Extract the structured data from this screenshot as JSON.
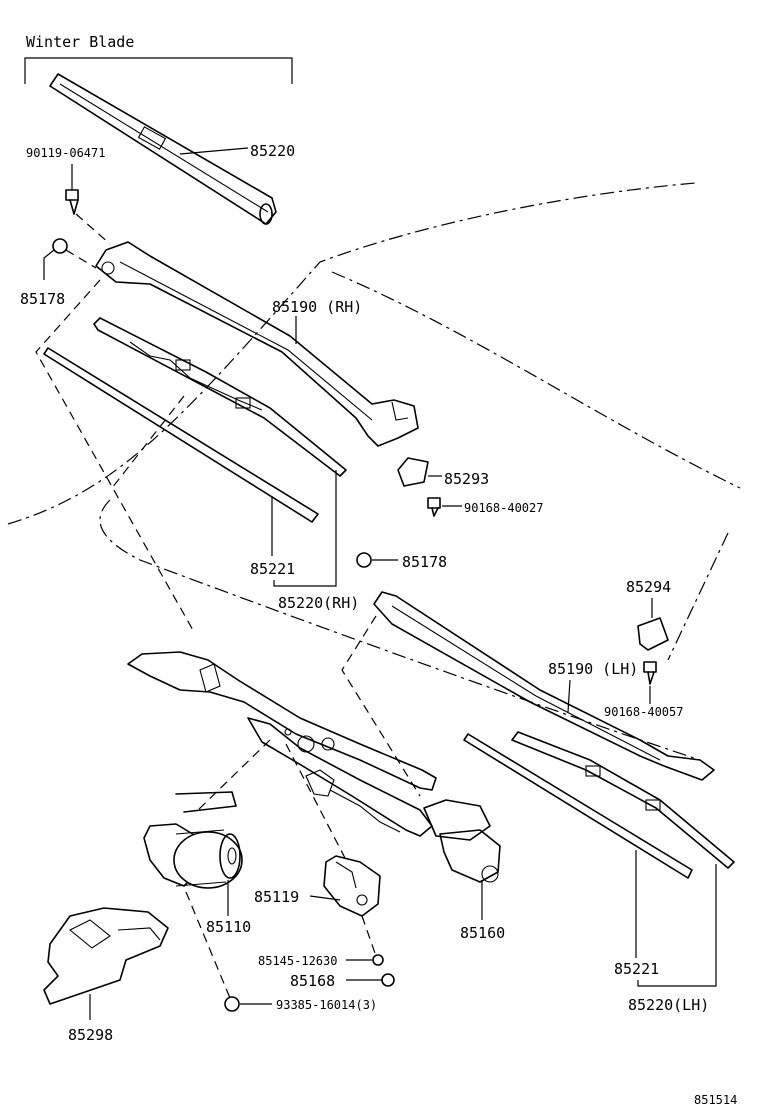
{
  "diagram": {
    "header": "Winter Blade",
    "figure_code": "851514",
    "labels": {
      "p85220_top": "85220",
      "p90119": "90119-06471",
      "p85178_a": "85178",
      "p85190_rh": "85190 (RH)",
      "p85293": "85293",
      "p90168_40027": "90168-40027",
      "p85178_b": "85178",
      "p85221_a": "85221",
      "p85220_rh": "85220(RH)",
      "p85294": "85294",
      "p85190_lh": "85190 (LH)",
      "p90168_40057": "90168-40057",
      "p85119": "85119",
      "p85110": "85110",
      "p85160": "85160",
      "p85145": "85145-12630",
      "p85168": "85168",
      "p93385": "93385-16014(3)",
      "p85298": "85298",
      "p85221_b": "85221",
      "p85220_lh": "85220(LH)"
    }
  }
}
